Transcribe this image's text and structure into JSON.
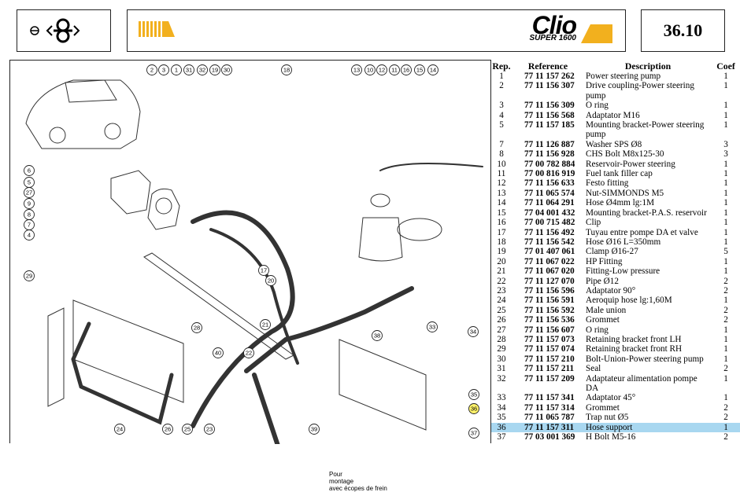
{
  "header": {
    "page_number": "36.10",
    "brand": {
      "model": "Clio",
      "variant": "SUPER 1600"
    }
  },
  "diagram": {
    "note": [
      "Pour",
      "montage",
      "avec écopes de frein"
    ],
    "callouts": [
      "1",
      "2",
      "3",
      "4",
      "5",
      "6",
      "7",
      "8",
      "9",
      "10",
      "11",
      "12",
      "13",
      "14",
      "15",
      "16",
      "17",
      "18",
      "19",
      "20",
      "21",
      "22",
      "23",
      "24",
      "25",
      "26",
      "27",
      "28",
      "29",
      "30",
      "31",
      "32",
      "33",
      "34",
      "35",
      "36",
      "37",
      "38",
      "40"
    ]
  },
  "parts_table": {
    "headers": {
      "rep": "Rep.",
      "reference": "Reference",
      "description": "Description",
      "coef": "Coef"
    },
    "rows": [
      {
        "rep": "1",
        "ref": "77 11 157 262",
        "desc": "Power steering pump",
        "coef": "1"
      },
      {
        "rep": "2",
        "ref": "77 11 156 307",
        "desc": "Drive coupling-Power steering pump",
        "coef": "1"
      },
      {
        "rep": "3",
        "ref": "77 11 156 309",
        "desc": "O ring",
        "coef": "1"
      },
      {
        "rep": "4",
        "ref": "77 11 156 568",
        "desc": "Adaptator M16",
        "coef": "1"
      },
      {
        "rep": "5",
        "ref": "77 11 157 185",
        "desc": "Mounting bracket-Power steering pump",
        "coef": "1"
      },
      {
        "rep": "7",
        "ref": "77 11 126 887",
        "desc": "Washer SPS Ø8",
        "coef": "3"
      },
      {
        "rep": "8",
        "ref": "77 11 156 928",
        "desc": "CHS Bolt M8x125-30",
        "coef": "3"
      },
      {
        "rep": "10",
        "ref": "77 00 782 884",
        "desc": "Reservoir-Power steering",
        "coef": "1"
      },
      {
        "rep": "11",
        "ref": "77 00 816 919",
        "desc": "Fuel tank filler cap",
        "coef": "1"
      },
      {
        "rep": "12",
        "ref": "77 11 156 633",
        "desc": "Festo fitting",
        "coef": "1"
      },
      {
        "rep": "13",
        "ref": "77 11 065 574",
        "desc": "Nut-SIMMONDS M5",
        "coef": "1"
      },
      {
        "rep": "14",
        "ref": "77 11 064 291",
        "desc": "Hose Ø4mm lg:1M",
        "coef": "1"
      },
      {
        "rep": "15",
        "ref": "77 04 001 432",
        "desc": "Mounting bracket-P.A.S. reservoir",
        "coef": "1"
      },
      {
        "rep": "16",
        "ref": "77 00 715 482",
        "desc": "Clip",
        "coef": "1"
      },
      {
        "rep": "17",
        "ref": "77 11 156 492",
        "desc": "Tuyau entre pompe DA et valve",
        "coef": "1"
      },
      {
        "rep": "18",
        "ref": "77 11 156 542",
        "desc": "Hose Ø16 L=350mm",
        "coef": "1"
      },
      {
        "rep": "19",
        "ref": "77 01 407 061",
        "desc": "Clamp Ø16-27",
        "coef": "5"
      },
      {
        "rep": "20",
        "ref": "77 11 067 022",
        "desc": "HP Fitting",
        "coef": "1"
      },
      {
        "rep": "21",
        "ref": "77 11 067 020",
        "desc": "Fitting-Low pressure",
        "coef": "1"
      },
      {
        "rep": "22",
        "ref": "77 11 127 070",
        "desc": "Pipe Ø12",
        "coef": "2"
      },
      {
        "rep": "23",
        "ref": "77 11 156 596",
        "desc": "Adaptator 90°",
        "coef": "2"
      },
      {
        "rep": "24",
        "ref": "77 11 156 591",
        "desc": "Aeroquip hose lg:1,60M",
        "coef": "1"
      },
      {
        "rep": "25",
        "ref": "77 11 156 592",
        "desc": "Male union",
        "coef": "2"
      },
      {
        "rep": "26",
        "ref": "77 11 156 536",
        "desc": "Grommet",
        "coef": "2"
      },
      {
        "rep": "27",
        "ref": "77 11 156 607",
        "desc": "O ring",
        "coef": "1"
      },
      {
        "rep": "28",
        "ref": "77 11 157 073",
        "desc": "Retaining bracket front LH",
        "coef": "1"
      },
      {
        "rep": "29",
        "ref": "77 11 157 074",
        "desc": "Retaining bracket front RH",
        "coef": "1"
      },
      {
        "rep": "30",
        "ref": "77 11 157 210",
        "desc": "Bolt-Union-Power steering pump",
        "coef": "1"
      },
      {
        "rep": "31",
        "ref": "77 11 157 211",
        "desc": "Seal",
        "coef": "2"
      },
      {
        "rep": "32",
        "ref": "77 11 157 209",
        "desc": "Adaptateur alimentation pompe DA",
        "coef": "1"
      },
      {
        "rep": "33",
        "ref": "77 11 157 341",
        "desc": "Adaptator 45°",
        "coef": "1"
      },
      {
        "rep": "34",
        "ref": "77 11 157 314",
        "desc": "Grommet",
        "coef": "2"
      },
      {
        "rep": "35",
        "ref": "77 11 065 787",
        "desc": "Trap nut Ø5",
        "coef": "2"
      },
      {
        "rep": "36",
        "ref": "77 11 157 311",
        "desc": "Hose support",
        "coef": "1",
        "highlight": true
      },
      {
        "rep": "37",
        "ref": "77 03 001 369",
        "desc": "H Bolt M5-16",
        "coef": "2"
      }
    ]
  },
  "colors": {
    "brand_yellow": "#f2b01e",
    "row_highlight": "#a8d7f0",
    "callout_highlight": "#fff36a"
  }
}
